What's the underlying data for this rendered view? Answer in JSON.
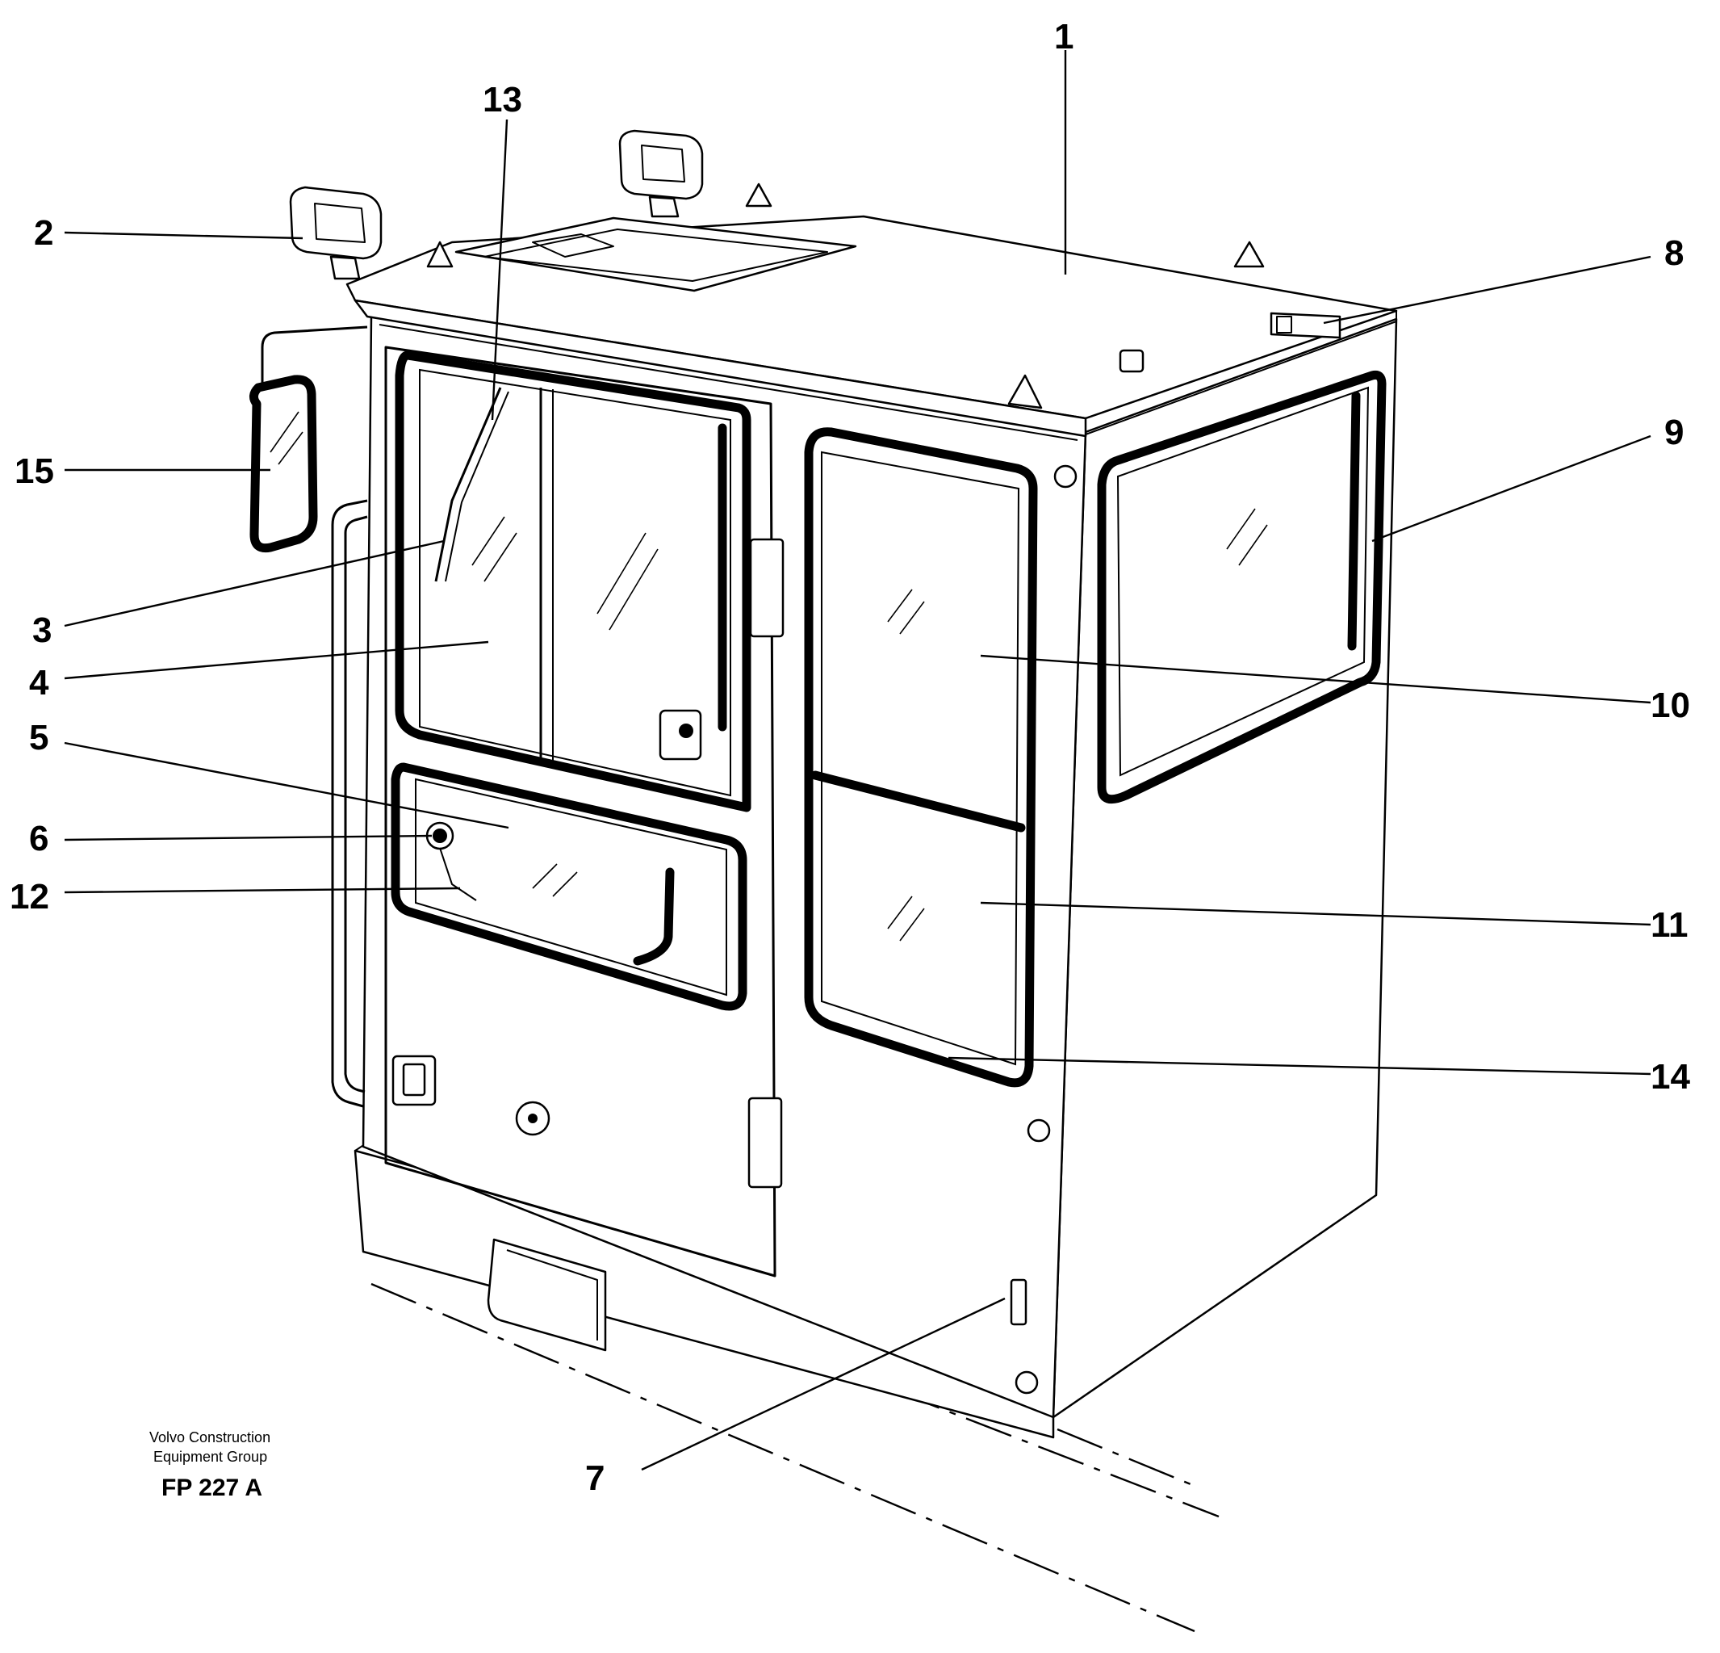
{
  "callouts": [
    {
      "id": "1",
      "text": "1"
    },
    {
      "id": "2",
      "text": "2"
    },
    {
      "id": "3",
      "text": "3"
    },
    {
      "id": "4",
      "text": "4"
    },
    {
      "id": "5",
      "text": "5"
    },
    {
      "id": "6",
      "text": "6"
    },
    {
      "id": "7",
      "text": "7"
    },
    {
      "id": "8",
      "text": "8"
    },
    {
      "id": "9",
      "text": "9"
    },
    {
      "id": "10",
      "text": "10"
    },
    {
      "id": "11",
      "text": "11"
    },
    {
      "id": "12",
      "text": "12"
    },
    {
      "id": "13",
      "text": "13"
    },
    {
      "id": "14",
      "text": "14"
    },
    {
      "id": "15",
      "text": "15"
    }
  ],
  "caption": {
    "line1": "Volvo Construction",
    "line2": "Equipment Group",
    "code": "FP 227 A"
  }
}
